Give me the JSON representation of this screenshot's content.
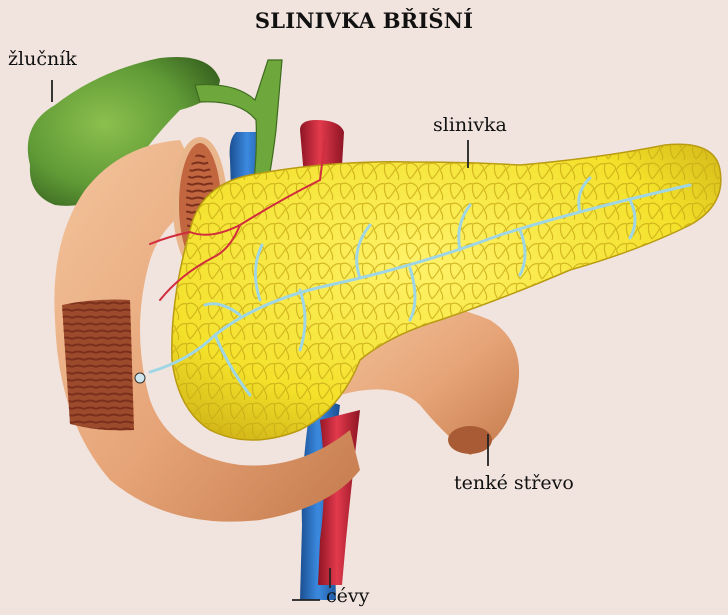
{
  "title": "SLINIVKA BŘIŠNÍ",
  "labels": {
    "gallbladder": "žlučník",
    "pancreas": "slinivka",
    "small_intestine": "tenké střevo",
    "vessels": "cévy"
  },
  "colors": {
    "background": "#f1e4de",
    "pancreas": "#f3e12a",
    "gallbladder": "#5f9a36",
    "intestine": "#e6a477",
    "vein": "#2c74c8",
    "artery": "#c8263a",
    "duct": "#9fd6e6"
  }
}
